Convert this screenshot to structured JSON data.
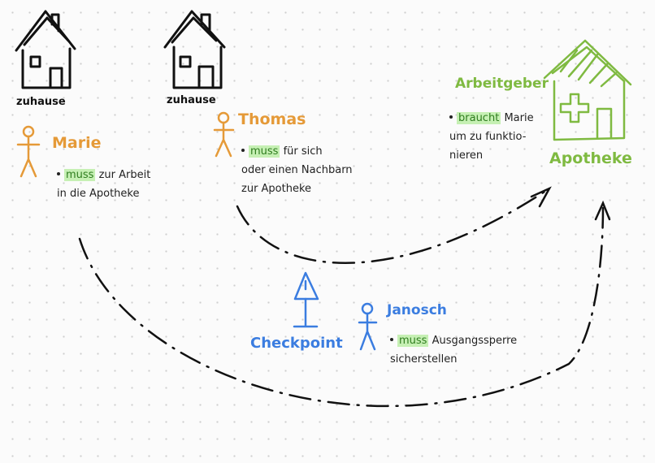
{
  "colors": {
    "ink": "#111111",
    "orange": "#e59a38",
    "blue": "#3b7de0",
    "green": "#7fba41",
    "highlight": "#c6f0b4"
  },
  "houses": [
    {
      "label": "zuhause",
      "icon": "house-icon"
    },
    {
      "label": "zuhause",
      "icon": "house-icon"
    }
  ],
  "people": {
    "marie": {
      "name": "Marie",
      "icon": "stick-figure-icon",
      "note_keyword": "muss",
      "note_rest_1": "zur Arbeit",
      "note_line_2": "in die Apotheke"
    },
    "thomas": {
      "name": "Thomas",
      "icon": "stick-figure-icon",
      "note_keyword": "muss",
      "note_rest_1": "für sich",
      "note_line_2": "oder einen Nachbarn",
      "note_line_3": "zur Apotheke"
    },
    "janosch": {
      "name": "Janosch",
      "icon": "stick-figure-icon",
      "note_keyword": "muss",
      "note_rest_1": "Ausgangssperre",
      "note_line_2": "sicherstellen"
    }
  },
  "checkpoint": {
    "label": "Checkpoint",
    "icon": "warning-triangle-icon"
  },
  "employer": {
    "title": "Arbeitgeber",
    "note_keyword": "braucht",
    "note_rest_1": "Marie",
    "note_line_2": "um zu funktio-",
    "note_line_3": "nieren",
    "place": "Apotheke",
    "icon": "pharmacy-icon"
  }
}
